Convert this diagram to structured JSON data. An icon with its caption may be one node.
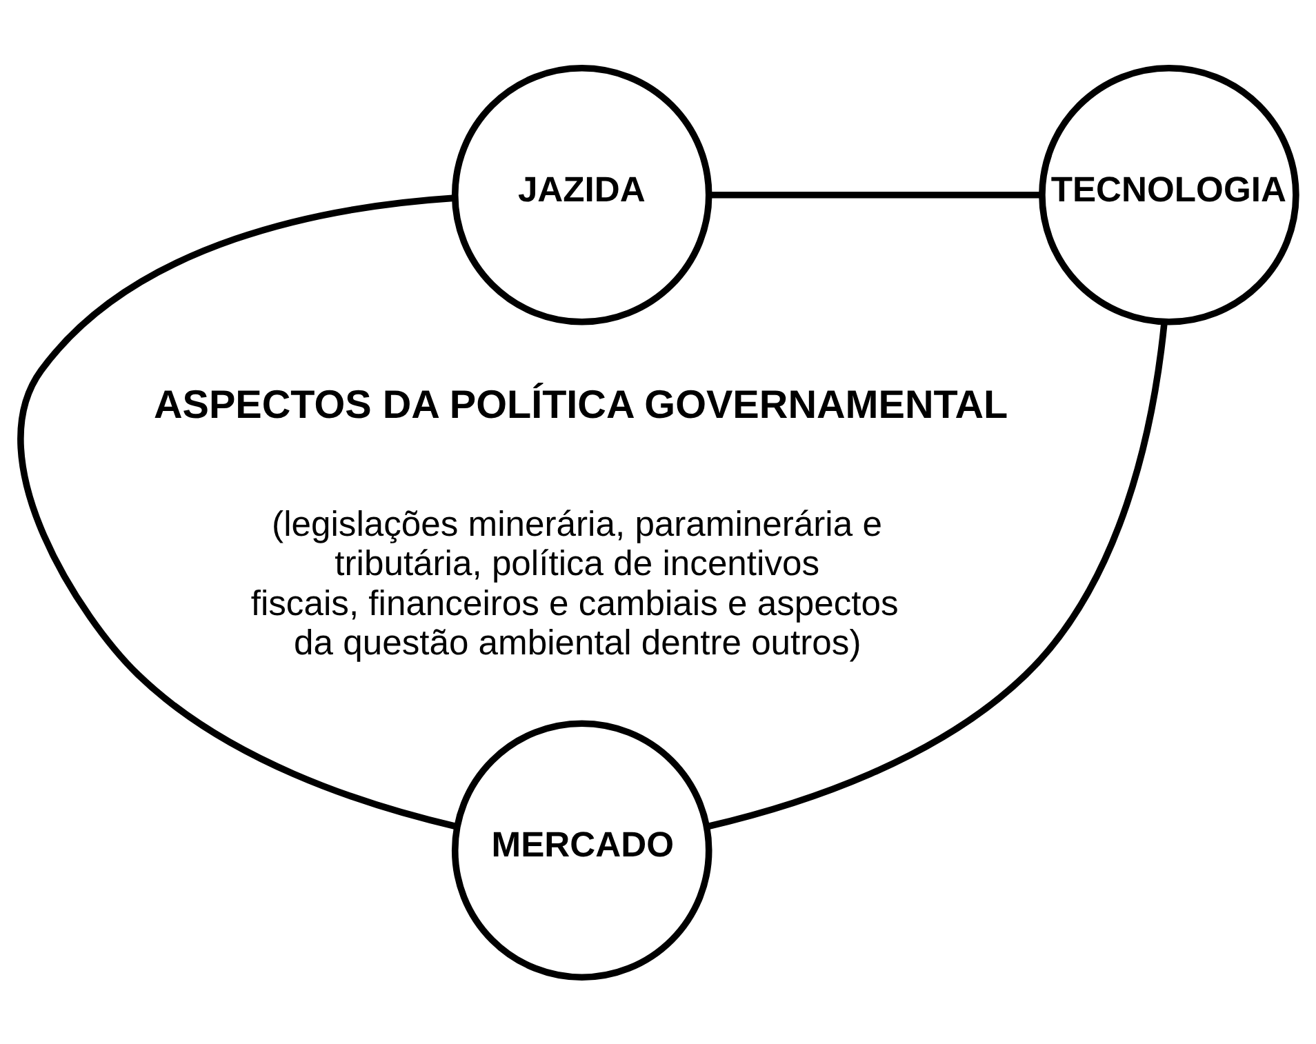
{
  "diagram": {
    "nodes": [
      {
        "text": [
          "JAZIDA"
        ]
      },
      {
        "text": [
          "TECNOLOGIA"
        ]
      },
      {
        "text": [
          "MERCADO"
        ]
      }
    ],
    "edges": [
      {
        "from": 0,
        "to": 1,
        "arrow": "none"
      },
      {
        "from": 0,
        "to": 2,
        "arrow": "none"
      },
      {
        "from": 1,
        "to": 2,
        "arrow": "none"
      }
    ],
    "labels": [
      "ASPECTOS DA POLÍTICA GOVERNAMENTAL",
      "(legislações minerária, paraminerária e tributária, política de incentivos fiscais, financeiros e cambiais e aspectos da questão ambiental dentre outros)"
    ]
  }
}
